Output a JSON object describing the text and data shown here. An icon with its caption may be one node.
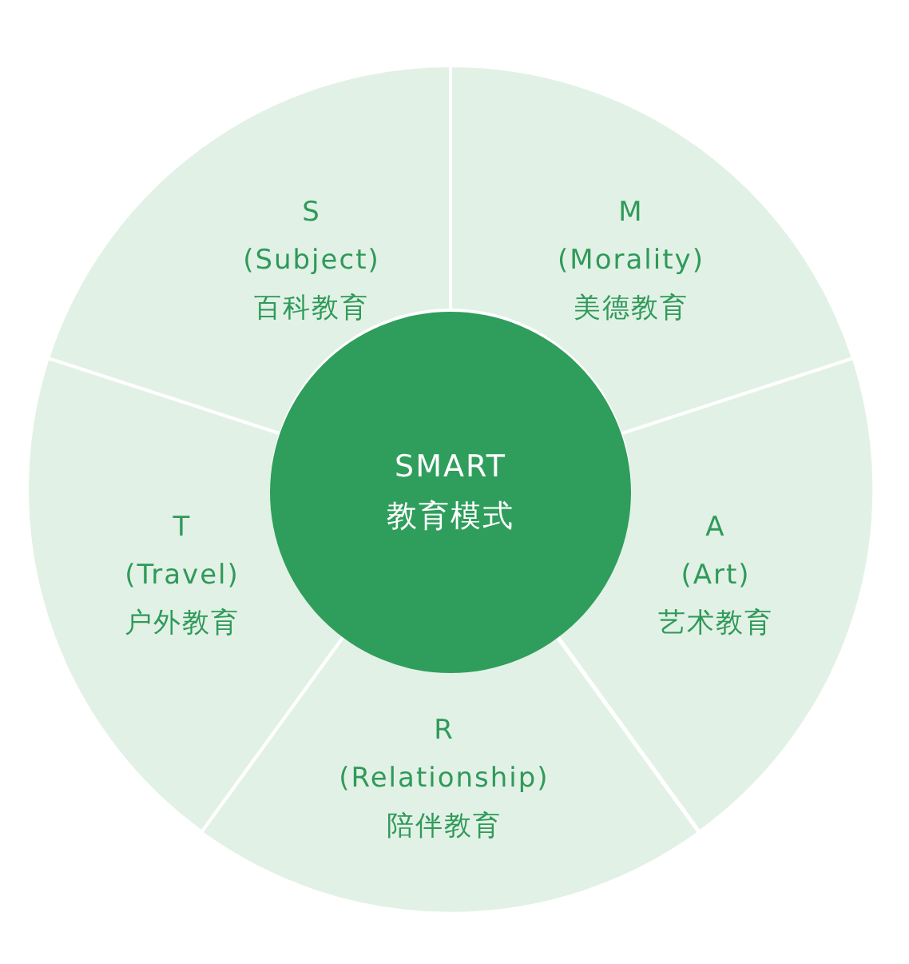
{
  "diagram": {
    "nodes": [
      {
        "text": [
          "S",
          "(Subject)",
          "百科教育"
        ]
      },
      {
        "text": [
          "M",
          "(Morality)",
          "美德教育"
        ]
      },
      {
        "text": [
          "SMART",
          "教育模式"
        ]
      },
      {
        "text": [
          "T",
          "(Travel)",
          "户外教育"
        ]
      },
      {
        "text": [
          "A",
          "(Art)",
          "艺术教育"
        ]
      },
      {
        "text": [
          "R",
          "(Relationship)",
          "陪伴教育"
        ]
      }
    ]
  }
}
